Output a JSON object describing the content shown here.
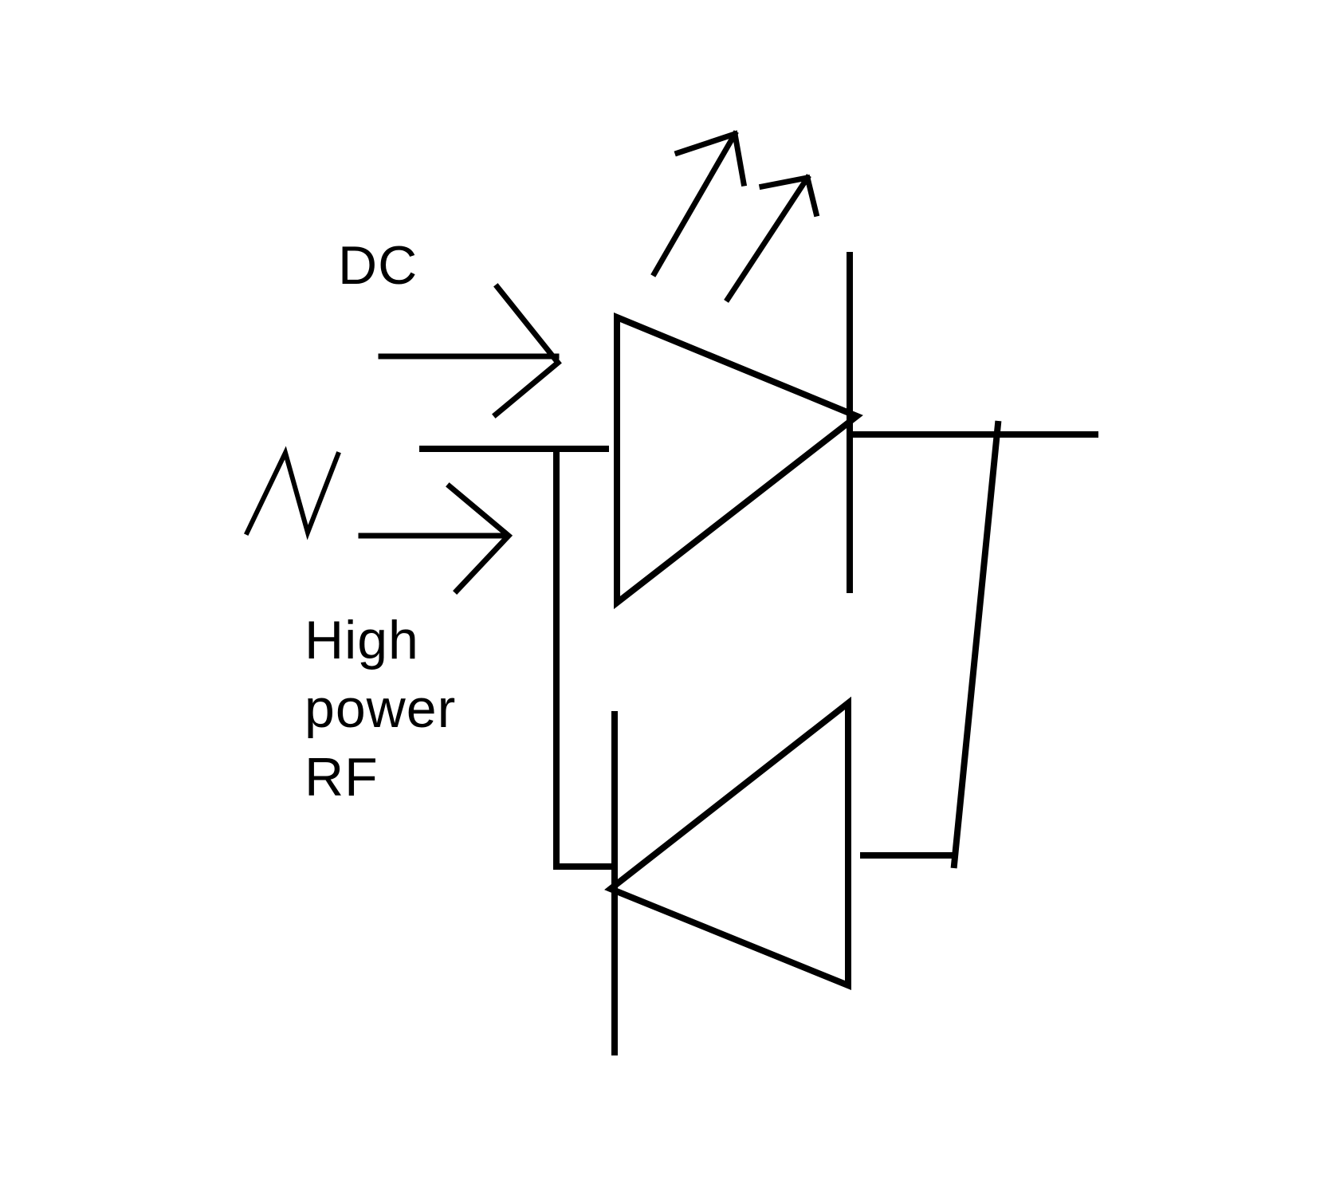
{
  "labels": {
    "dc": "DC",
    "rf_line1": "High",
    "rf_line2": "power",
    "rf_line3": "RF"
  },
  "colors": {
    "stroke": "#000000",
    "background": "#ffffff"
  },
  "icons": {
    "ac_waveform": "sine-wave-icon",
    "emission": "light-emission-arrows-icon"
  }
}
